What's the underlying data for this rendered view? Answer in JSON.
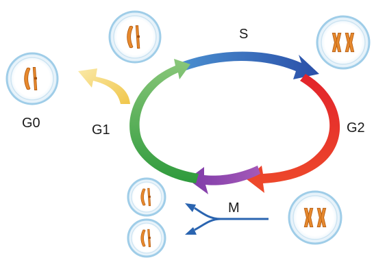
{
  "labels": {
    "s": "S",
    "g1": "G1",
    "g2": "G2",
    "g0": "G0",
    "m": "M"
  },
  "colors": {
    "s_phase": "#2f6fc4",
    "g2_phase": "#e8322a",
    "m_phase": "#8a44b0",
    "g1_phase": "#4aa63f",
    "g0_arrow": "#f3d16a",
    "cell_ring": "#9fcde8",
    "cell_fill": "#eef6fb",
    "chromosome": "#e7892d",
    "division_arrow": "#2a64b0"
  },
  "cells": [
    {
      "name": "cell-g1-top",
      "chromosomes": "single"
    },
    {
      "name": "cell-g2",
      "chromosomes": "duplicated"
    },
    {
      "name": "cell-g0",
      "chromosomes": "single"
    },
    {
      "name": "cell-m",
      "chromosomes": "duplicated"
    },
    {
      "name": "daughter-cell-top",
      "chromosomes": "single"
    },
    {
      "name": "daughter-cell-bottom",
      "chromosomes": "single"
    }
  ]
}
